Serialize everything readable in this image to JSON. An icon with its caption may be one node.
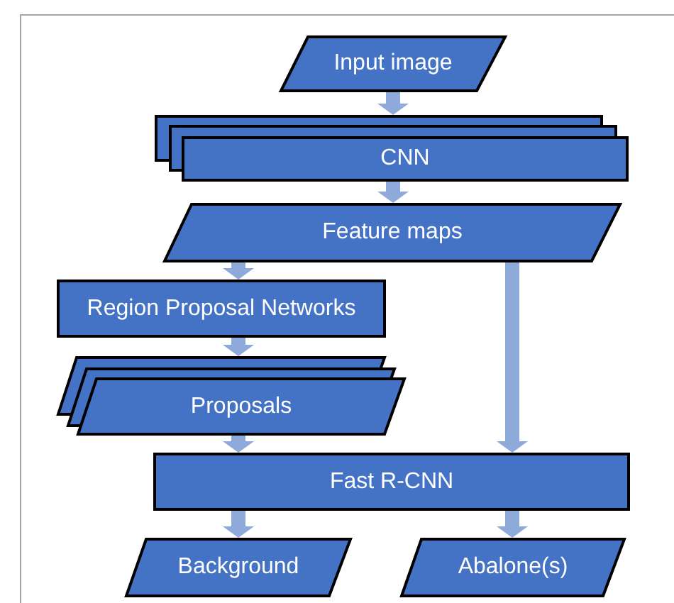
{
  "diagram": {
    "nodes": [
      {
        "text": [
          "Input image"
        ]
      },
      {
        "text": [
          "CNN"
        ]
      },
      {
        "text": [
          "Feature maps"
        ]
      },
      {
        "text": [
          "Region Proposal Networks"
        ]
      },
      {
        "text": [
          "Proposals"
        ]
      },
      {
        "text": [
          "Fast R-CNN"
        ]
      },
      {
        "text": [
          "Background"
        ]
      },
      {
        "text": [
          "Abalone(s)"
        ]
      }
    ],
    "edges": [
      {
        "from": 0,
        "to": 1,
        "arrow": "to"
      },
      {
        "from": 1,
        "to": 2,
        "arrow": "to"
      },
      {
        "from": 2,
        "to": 3,
        "arrow": "to"
      },
      {
        "from": 3,
        "to": 4,
        "arrow": "to"
      },
      {
        "from": 4,
        "to": 5,
        "arrow": "to"
      },
      {
        "from": 2,
        "to": 5,
        "arrow": "to"
      },
      {
        "from": 5,
        "to": 6,
        "arrow": "to"
      },
      {
        "from": 5,
        "to": 7,
        "arrow": "to"
      }
    ]
  }
}
